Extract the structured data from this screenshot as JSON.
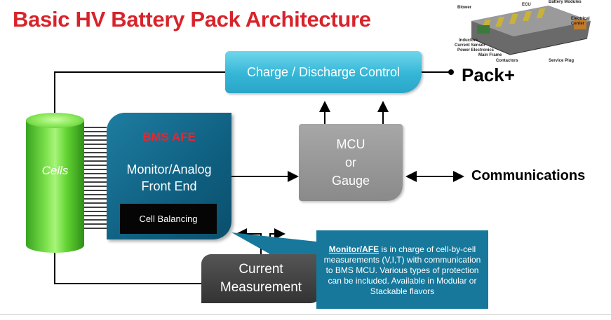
{
  "title": "Basic HV Battery Pack Architecture",
  "charge_control": "Charge / Discharge Control",
  "pack_plus": "Pack+",
  "cells": "Cells",
  "bms": {
    "title": "BMS AFE",
    "subtitle_line1": "Monitor/Analog",
    "subtitle_line2": "Front End",
    "cell_balancing": "Cell Balancing"
  },
  "mcu": {
    "line1": "MCU",
    "line2": "or",
    "line3": "Gauge"
  },
  "communications": "Communications",
  "current": {
    "line1": "Current",
    "line2": "Measurement"
  },
  "callout": {
    "lead": "Monitor/AFE",
    "text": " is in charge of cell-by-cell measurements (V,I,T) with communication to BMS MCU. Various types of protection can be included. Available in Modular or Stackable flavors"
  },
  "thumbnail_labels": {
    "blower": "Blower",
    "ecu": "ECU",
    "battery_modules": "Battery Modules",
    "electrical_center": "Electrical Center",
    "inductors": "Inductors",
    "current_sensor": "Current Sensor",
    "power_electronics": "Power Electronics",
    "main_frame": "Main Frame",
    "contactors": "Contactors",
    "service_plug": "Service Plug"
  },
  "colors": {
    "title_red": "#d8232a",
    "cyan_box": "#35b6d6",
    "bms_blue": "#0f5f80",
    "mcu_gray": "#8a8a8a",
    "cells_green": "#62d233",
    "callout_blue": "#17789b"
  }
}
